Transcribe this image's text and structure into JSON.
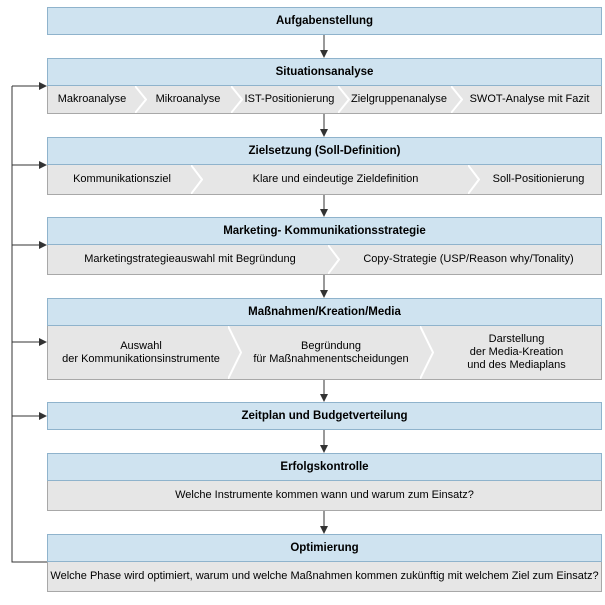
{
  "steps": [
    {
      "title": "Aufgabenstellung",
      "items": []
    },
    {
      "title": "Situationsanalyse",
      "items": [
        "Makroanalyse",
        "Mikroanalyse",
        "IST-Positionierung",
        "Zielgruppenanalyse",
        "SWOT-Analyse mit Fazit"
      ]
    },
    {
      "title": "Zielsetzung (Soll-Definition)",
      "items": [
        "Kommunikationsziel",
        "Klare und eindeutige Zieldefinition",
        "Soll-Positionierung"
      ]
    },
    {
      "title": "Marketing- Kommunikationsstrategie",
      "items": [
        "Marketingstrategieauswahl mit Begründung",
        "Copy-Strategie (USP/Reason why/Tonality)"
      ]
    },
    {
      "title": "Maßnahmen/Kreation/Media",
      "items": [
        "Auswahl\nder Kommunikationsinstrumente",
        "Begründung\nfür Maßnahmenentscheidungen",
        "Darstellung\nder Media-Kreation\nund des Mediaplans"
      ]
    },
    {
      "title": "Zeitplan und Budgetverteilung",
      "items": []
    },
    {
      "title": "Erfolgskontrolle",
      "items": [
        "Welche Instrumente kommen wann und warum zum Einsatz?"
      ]
    },
    {
      "title": "Optimierung",
      "items": [
        "Welche Phase wird optimiert, warum und welche Maßnahmen kommen zukünftig mit welchem Ziel zum Einsatz?"
      ]
    }
  ],
  "colors": {
    "header_fill": "#cfe3f0",
    "header_border": "#8fb3cc",
    "row_fill": "#e6e6e6",
    "row_border": "#a8a8a8",
    "line": "#333333"
  }
}
